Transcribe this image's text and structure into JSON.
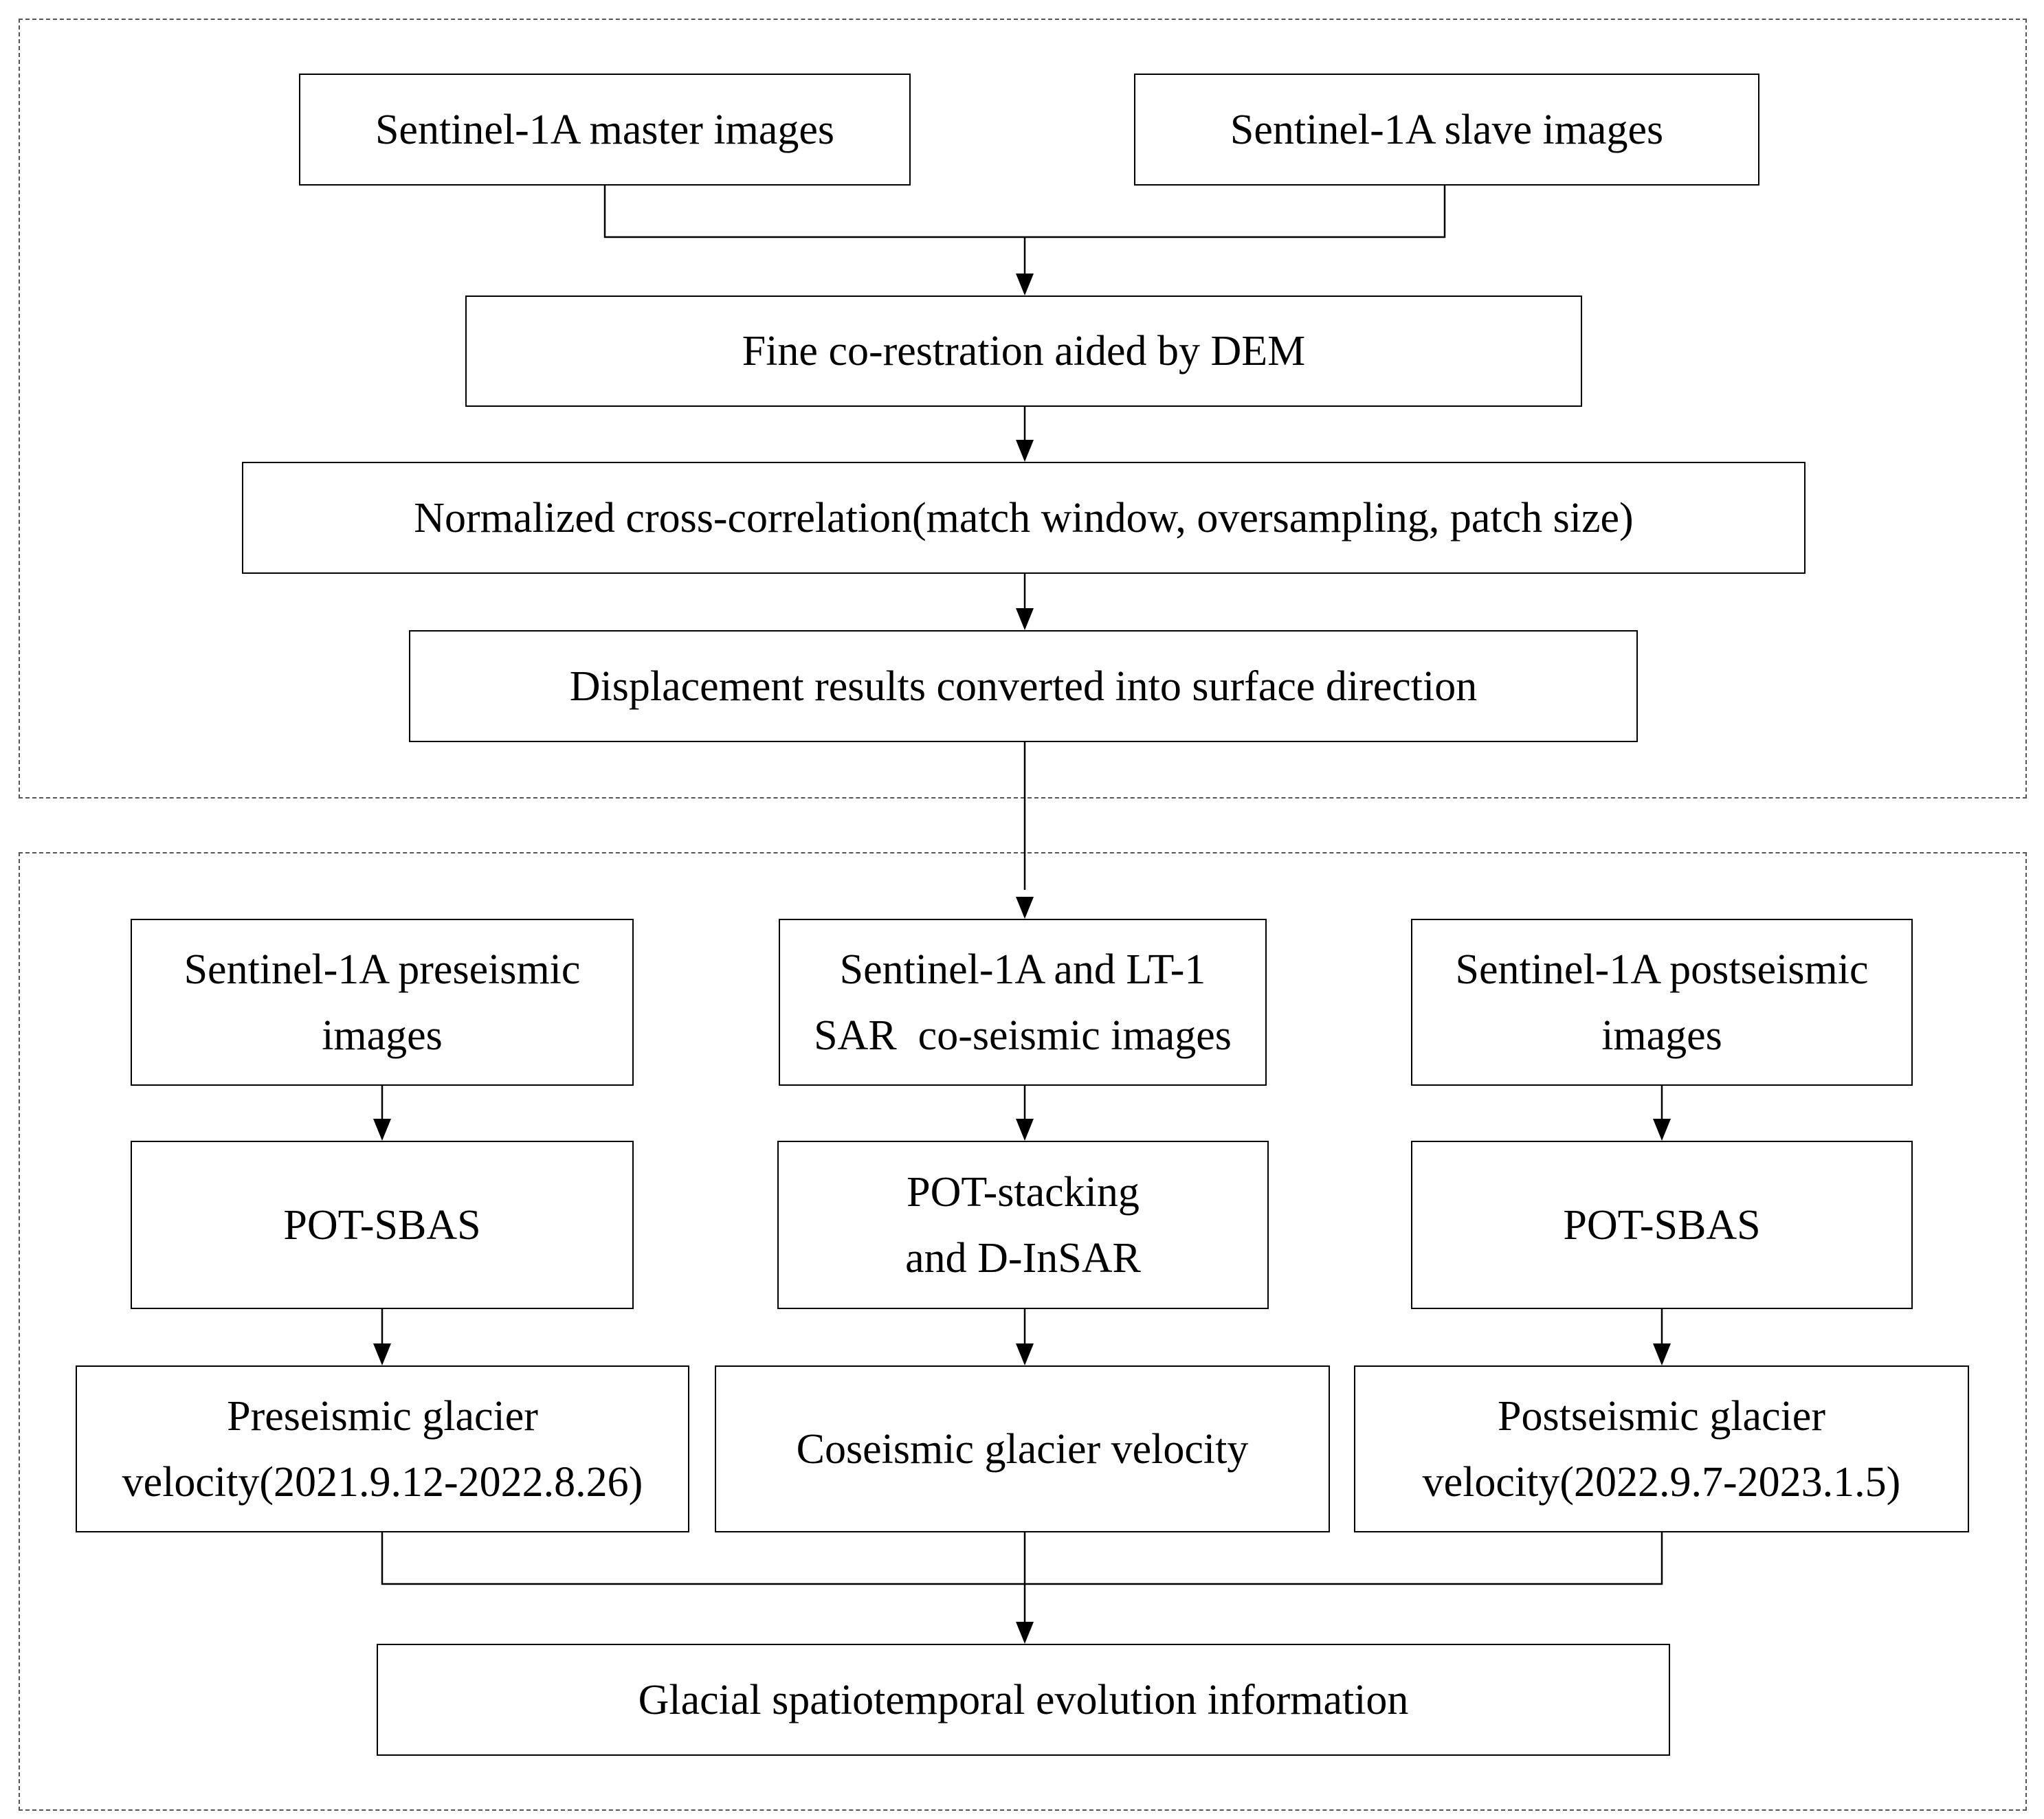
{
  "top_section": {
    "master_images": "Sentinel-1A master images",
    "slave_images": "Sentinel-1A slave images",
    "fine_coregistration": "Fine co-restration aided by DEM",
    "normalized_cross_correlation": "Normalized cross-correlation(match window, oversampling, patch size)",
    "displacement_conversion": "Displacement results converted into surface direction"
  },
  "bottom_section": {
    "preseismic": {
      "images_line1": "Sentinel-1A preseismic",
      "images_line2": "images",
      "method": "POT-SBAS",
      "velocity_line1": "Preseismic glacier",
      "velocity_line2": "velocity(2021.9.12-2022.8.26)"
    },
    "coseismic": {
      "images_line1": "Sentinel-1A and LT-1",
      "images_line2": "SAR  co-seismic images",
      "method_line1": "POT-stacking",
      "method_line2": "and D-InSAR",
      "velocity": "Coseismic glacier velocity"
    },
    "postseismic": {
      "images_line1": "Sentinel-1A postseismic",
      "images_line2": "images",
      "method": "POT-SBAS",
      "velocity_line1": "Postseismic glacier",
      "velocity_line2": "velocity(2022.9.7-2023.1.5)"
    },
    "final_output": "Glacial spatiotemporal evolution information"
  }
}
